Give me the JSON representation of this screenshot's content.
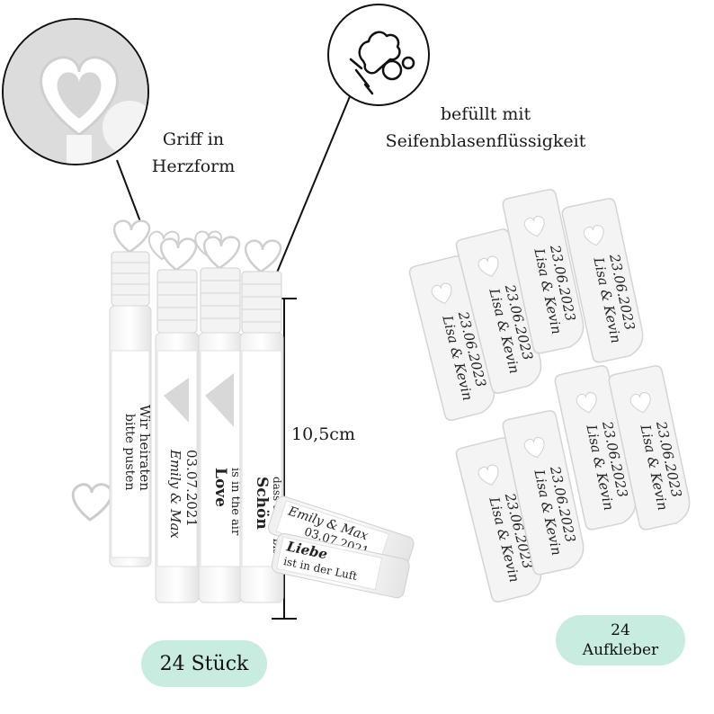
{
  "callouts": {
    "handle_line1": "Griff in",
    "handle_line2": "Herzform",
    "filled_line1": "befüllt mit",
    "filled_line2": "Seifenblasenflüssigkeit"
  },
  "dimension": {
    "height_label": "10,5cm"
  },
  "badges": {
    "count_label": "24 Stück",
    "sticker_count": "24",
    "sticker_label": "Aufkleber"
  },
  "tube_labels": {
    "t1": "bitte pusten",
    "t1b": "Wir heiraten",
    "t2a": "Emily & Max",
    "t2b": "03.07.2021",
    "t3a": "Love",
    "t3b": "is in the air",
    "t4a": "Schön",
    "t4b": "dass du da bist",
    "t5a": "Emily & Max",
    "t5b": "03.07.2021",
    "t5c": "Liebe",
    "t5d": "ist in der Luft"
  },
  "stickers": [
    {
      "names": "Lisa & Kevin",
      "date": "23.06.2023"
    },
    {
      "names": "Lisa & Kevin",
      "date": "23.06.2023"
    },
    {
      "names": "Lisa & Kevin",
      "date": "23.06.2023"
    },
    {
      "names": "Lisa & Kevin",
      "date": "23.06.2023"
    },
    {
      "names": "Lisa & Kevin",
      "date": "23.06.2023"
    },
    {
      "names": "Lisa & Kevin",
      "date": "23.06.2023"
    },
    {
      "names": "Lisa & Kevin",
      "date": "23.06.2023"
    },
    {
      "names": "Lisa & Kevin",
      "date": "23.06.2023"
    }
  ],
  "colors": {
    "badge": "#c9ece0",
    "line": "#111111"
  },
  "icons": [
    "heart-handle-icon",
    "bubble-wand-icon",
    "heart-icon"
  ]
}
